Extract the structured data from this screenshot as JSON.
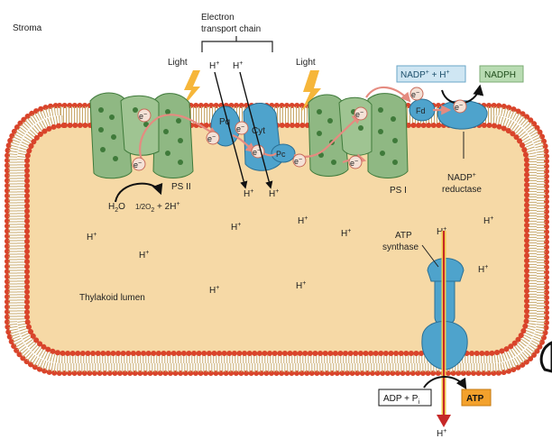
{
  "labels": {
    "stroma": "Stroma",
    "etc_line1": "Electron",
    "etc_line2": "transport chain",
    "light": "Light",
    "lumen": "Thylakoid lumen",
    "ps2": "PS II",
    "ps1": "PS I",
    "pq": "Pq",
    "cyt": "Cyt",
    "pc": "Pc",
    "fd": "Fd",
    "nadp_reductase_line1": "NADP",
    "nadp_reductase_line2": "reductase",
    "nadp_reductase_sup": "+",
    "atp_synthase_line1": "ATP",
    "atp_synthase_line2": "synthase",
    "nadp_h": "NADP",
    "nadph": "NADPH",
    "adp_pi": "ADP + P",
    "adp_pi_sub": "i",
    "atp": "ATP",
    "water": "H",
    "water_sub": "2",
    "water_o": "O",
    "oxygen_prefix": "1/2O",
    "oxygen_sub": "2",
    "oxygen_suffix": " + 2H",
    "h": "H",
    "plus": "+",
    "e": "e",
    "minus": "−"
  },
  "colors": {
    "lumen_fill": "#f6d9a6",
    "membrane_head": "#d9442b",
    "membrane_tail": "#c8a86a",
    "ps_green": "#8fb883",
    "ps_green_dark": "#3f7a3a",
    "carrier_blue": "#4ea3cc",
    "carrier_blue_light": "#8cc8e4",
    "nadph_box": "#b9dcb3",
    "atp_box": "#f3a12c",
    "nadp_box": "#cfe6f3",
    "electron_path": "#e58b80",
    "proton_arrow": "#c62828",
    "light_bolt": "#f6b63a"
  }
}
